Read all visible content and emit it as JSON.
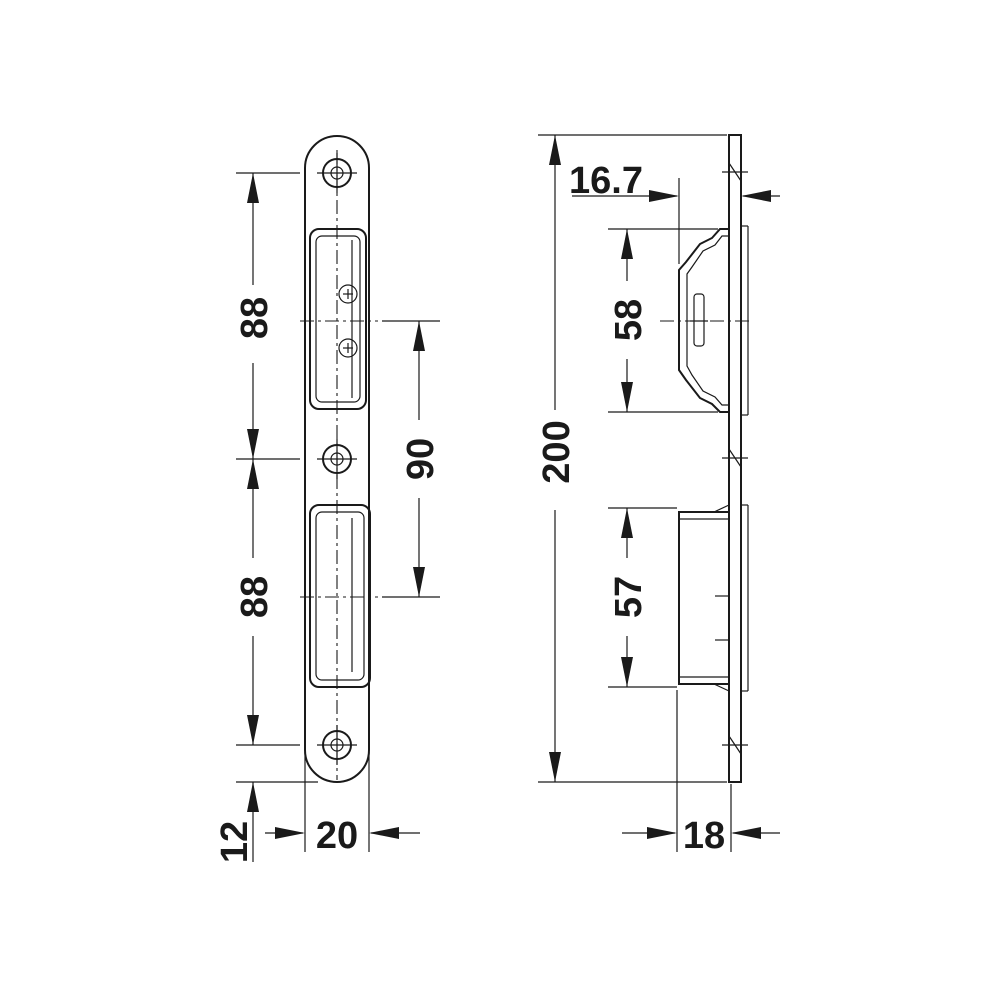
{
  "dimensions": {
    "front_upper_spacing": "88",
    "front_lower_spacing": "88",
    "front_center_distance": "90",
    "front_plate_width": "20",
    "front_bottom_offset": "12",
    "side_total_length": "200",
    "side_plate_offset": "16.7",
    "side_latch_height": "58",
    "side_bolt_height": "57",
    "side_body_depth": "18"
  },
  "colors": {
    "line": "#1a1a1a",
    "background": "#ffffff"
  }
}
